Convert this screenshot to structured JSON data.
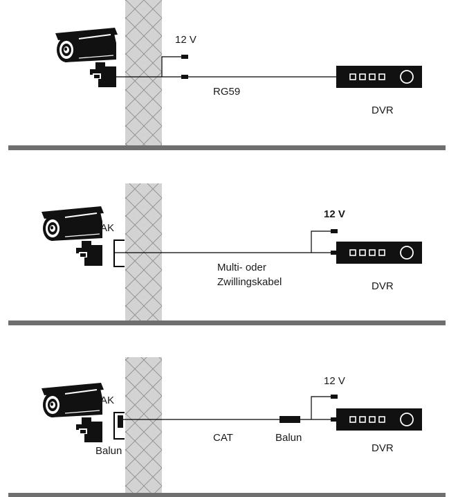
{
  "panels": [
    {
      "supply_label": "12 V",
      "cable_label": "RG59",
      "recorder_label": "DVR"
    },
    {
      "junction_label": "AK",
      "supply_label": "12 V",
      "cable_label_line1": "Multi- oder",
      "cable_label_line2": "Zwillingskabel",
      "recorder_label": "DVR"
    },
    {
      "junction_label": "AK",
      "camera_balun_label": "Balun",
      "supply_label": "12 V",
      "cable_label": "CAT",
      "recorder_balun_label": "Balun",
      "recorder_label": "DVR"
    }
  ],
  "icons": [
    "cctv-camera-icon",
    "dvr-icon",
    "power-plug-icon",
    "balun-icon"
  ],
  "colors": {
    "wall_fill": "#d3d3d3",
    "wall_hatch": "#8a8a8a",
    "floor": "#6f6f6f",
    "line": "#000000",
    "text": "#1a1a1a"
  }
}
